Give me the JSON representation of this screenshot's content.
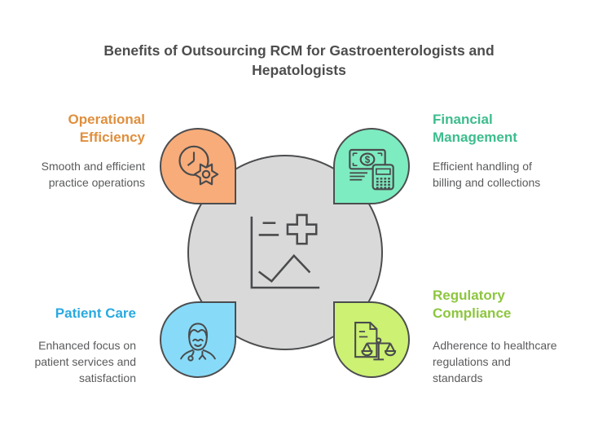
{
  "title": "Benefits of Outsourcing RCM for Gastroenterologists and\nHepatologists",
  "title_color": "#4d4d4d",
  "outline_color": "#4c4d4f",
  "icon_stroke_color": "#4a4b4d",
  "center": {
    "icon": "medical-chart-icon",
    "fill": "#d9d9d9"
  },
  "quadrants": [
    {
      "id": "operational-efficiency",
      "heading": "Operational\nEfficiency",
      "body": "Smooth and efficient\npractice operations",
      "heading_color": "#e08f3d",
      "shape_fill": "#f8ac79",
      "icon": "clock-gear-icon",
      "position": "top-left"
    },
    {
      "id": "financial-management",
      "heading": "Financial\nManagement",
      "body": "Efficient handling of\nbilling and collections",
      "heading_color": "#3cbd8d",
      "shape_fill": "#7decc0",
      "icon": "money-calculator-icon",
      "position": "top-right"
    },
    {
      "id": "patient-care",
      "heading": "Patient Care",
      "body": "Enhanced focus on\npatient services and\nsatisfaction",
      "heading_color": "#2aa9e0",
      "shape_fill": "#87dbf8",
      "icon": "doctor-icon",
      "position": "bottom-left"
    },
    {
      "id": "regulatory-compliance",
      "heading": "Regulatory\nCompliance",
      "body": "Adherence to healthcare\nregulations and\nstandards",
      "heading_color": "#8dc63f",
      "shape_fill": "#ccf173",
      "icon": "document-scales-icon",
      "position": "bottom-right"
    }
  ]
}
